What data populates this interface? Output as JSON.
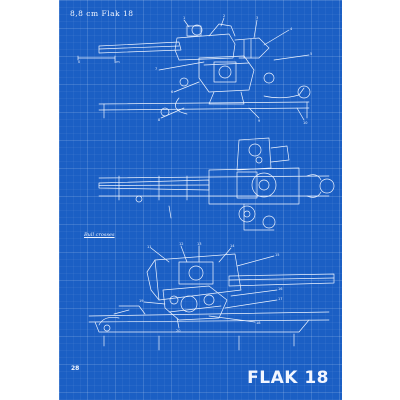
{
  "poster": {
    "title_small": "8,8 cm Flak 18",
    "title_large": "FLAK 18",
    "section_label": "Bull crosses",
    "page_number": "28",
    "scale_start": "0",
    "scale_end": "5m"
  },
  "colors": {
    "background": "#1b5fc4",
    "ink": "#f2f6ff"
  }
}
